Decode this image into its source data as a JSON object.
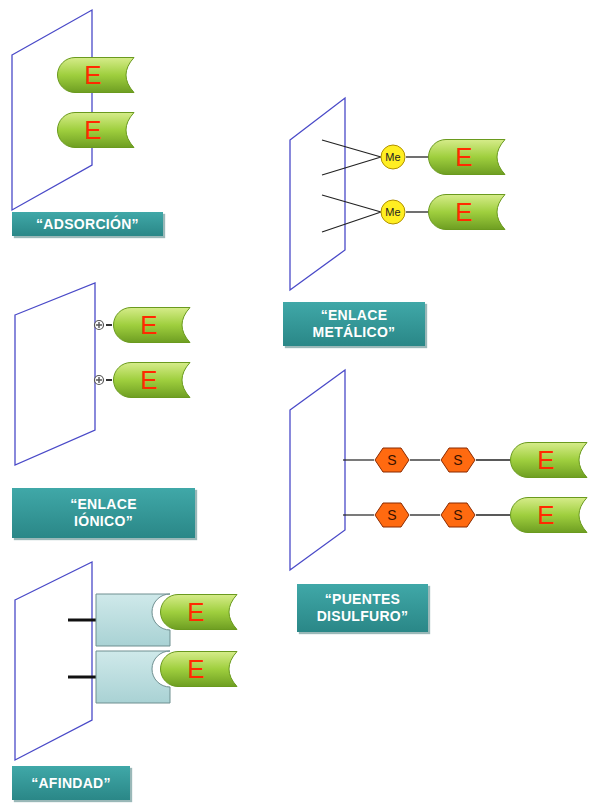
{
  "diagram": {
    "nodes": [
      {
        "text": [
          "E"
        ]
      },
      {
        "text": [
          "E"
        ]
      },
      {
        "text": [
          "“ADSORCIÓN”"
        ]
      },
      {
        "text": [
          "Me"
        ]
      },
      {
        "text": [
          "E"
        ]
      },
      {
        "text": [
          "Me"
        ]
      },
      {
        "text": [
          "E"
        ]
      },
      {
        "text": [
          "“ENLACE METÁLICO”"
        ]
      },
      {
        "text": [
          "E"
        ]
      },
      {
        "text": [
          "E"
        ]
      },
      {
        "text": [
          "“ENLACE IÓNICO”"
        ]
      },
      {
        "text": [
          "S"
        ]
      },
      {
        "text": [
          "S"
        ]
      },
      {
        "text": [
          "E"
        ]
      },
      {
        "text": [
          "S"
        ]
      },
      {
        "text": [
          "S"
        ]
      },
      {
        "text": [
          "E"
        ]
      },
      {
        "text": [
          "“PUENTES DISULFURO”"
        ]
      },
      {
        "text": [
          "E"
        ]
      },
      {
        "text": [
          "E"
        ]
      },
      {
        "text": [
          "“AFINDAD”"
        ]
      }
    ],
    "edges": [
      {
        "from": 3,
        "to": 4,
        "arrow": "none"
      },
      {
        "from": 5,
        "to": 6,
        "arrow": "none"
      },
      {
        "from": 11,
        "to": 12,
        "arrow": "none"
      },
      {
        "from": 12,
        "to": 13,
        "arrow": "none"
      },
      {
        "from": 14,
        "to": 15,
        "arrow": "none"
      },
      {
        "from": 15,
        "to": 16,
        "arrow": "none"
      }
    ]
  }
}
